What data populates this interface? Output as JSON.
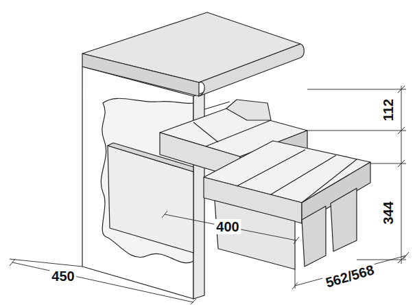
{
  "diagram": {
    "labels": [
      "112",
      "344",
      "400",
      "450",
      "562/568"
    ]
  }
}
